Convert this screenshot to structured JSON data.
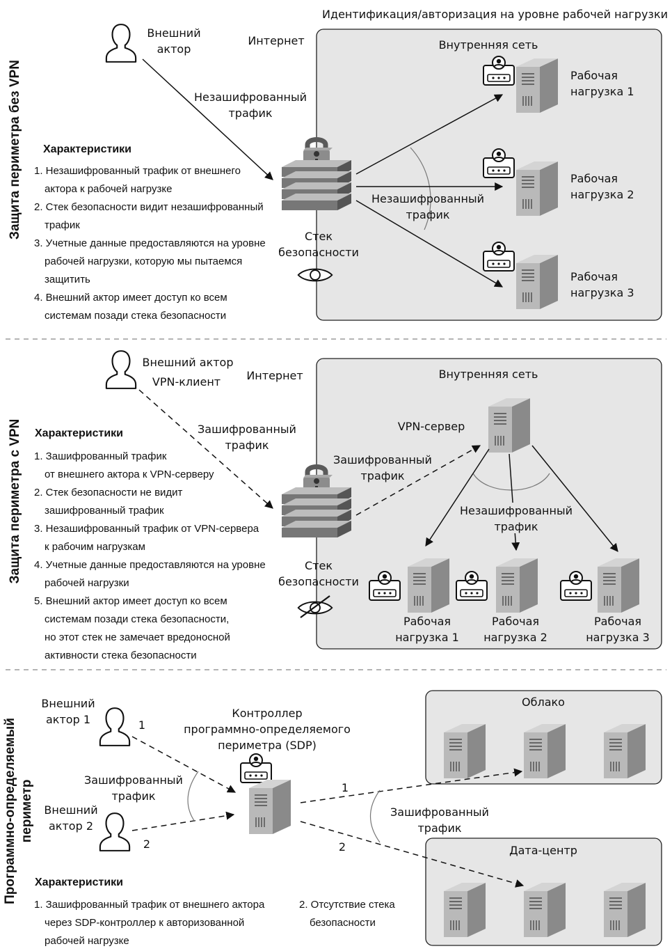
{
  "top": {
    "header": "Идентификация/авторизация на уровне рабочей нагрузки",
    "side_title": "Защита периметра без VPN",
    "actor": [
      "Внешний",
      "актор"
    ],
    "internet": "Интернет",
    "internal_net": "Внутренняя сеть",
    "traffic_in": [
      "Незашифрованный",
      "трафик"
    ],
    "traffic_out": [
      "Незашифрованный",
      "трафик"
    ],
    "stack": [
      "Стек",
      "безопасности"
    ],
    "workloads": [
      [
        "Рабочая",
        "нагрузка 1"
      ],
      [
        "Рабочая",
        "нагрузка 2"
      ],
      [
        "Рабочая",
        "нагрузка 3"
      ]
    ],
    "chars_title": "Характеристики",
    "chars": [
      [
        "1. Незашифрованный трафик от внешнего",
        "актора к рабочей нагрузке"
      ],
      [
        "2. Стек безопасности видит незашифрованный",
        "трафик"
      ],
      [
        "3. Учетные данные предоставляются на уровне",
        "рабочей нагрузки, которую мы пытаемся",
        "защитить"
      ],
      [
        "4. Внешний актор имеет доступ ко всем",
        "системам позади стека безопасности"
      ]
    ]
  },
  "middle": {
    "side_title": "Защита периметра с VPN",
    "actor": [
      "Внешний актор",
      "VPN-клиент"
    ],
    "internet": "Интернет",
    "internal_net": "Внутренняя сеть",
    "vpn_server": "VPN-сервер",
    "traffic_in": [
      "Зашифрованный",
      "трафик"
    ],
    "traffic_vpn": [
      "Зашифрованный",
      "трафик"
    ],
    "traffic_out": [
      "Незашифрованный",
      "трафик"
    ],
    "stack": [
      "Стек",
      "безопасности"
    ],
    "workloads": [
      [
        "Рабочая",
        "нагрузка 1"
      ],
      [
        "Рабочая",
        "нагрузка 2"
      ],
      [
        "Рабочая",
        "нагрузка 3"
      ]
    ],
    "chars_title": "Характеристики",
    "chars": [
      [
        "1. Зашифрованный трафик",
        "от внешнего актора к VPN-серверу"
      ],
      [
        "2. Стек безопасности не видит",
        "зашифрованный трафик"
      ],
      [
        "3. Незашифрованный трафик от VPN-сервера",
        "к рабочим нагрузкам"
      ],
      [
        "4. Учетные данные предоставляются на уровне",
        "рабочей нагрузки"
      ],
      [
        "5. Внешний актор имеет доступ ко всем",
        "системам позади стека безопасности,",
        "но этот стек не замечает вредоносной",
        "активности стека безопасности"
      ]
    ]
  },
  "bottom": {
    "side_title": [
      "Программно-определяемый",
      "периметр"
    ],
    "actor1": [
      "Внешний",
      "актор 1"
    ],
    "actor2": [
      "Внешний",
      "актор 2"
    ],
    "num1": "1",
    "num2": "2",
    "traffic_in": [
      "Зашифрованный",
      "трафик"
    ],
    "controller": [
      "Контроллер",
      "программно-определяемого",
      "периметра (SDP)"
    ],
    "traffic_out": [
      "Зашифрованный",
      "трафик"
    ],
    "cloud": "Облако",
    "datacenter": "Дата-центр",
    "chars_title": "Характеристики",
    "chars": [
      [
        "1. Зашифрованный трафик от внешнего актора",
        "через SDP-контроллер к авторизованной",
        "рабочей нагрузке"
      ],
      [
        "2. Отсутствие стека",
        "безопасности"
      ]
    ]
  }
}
